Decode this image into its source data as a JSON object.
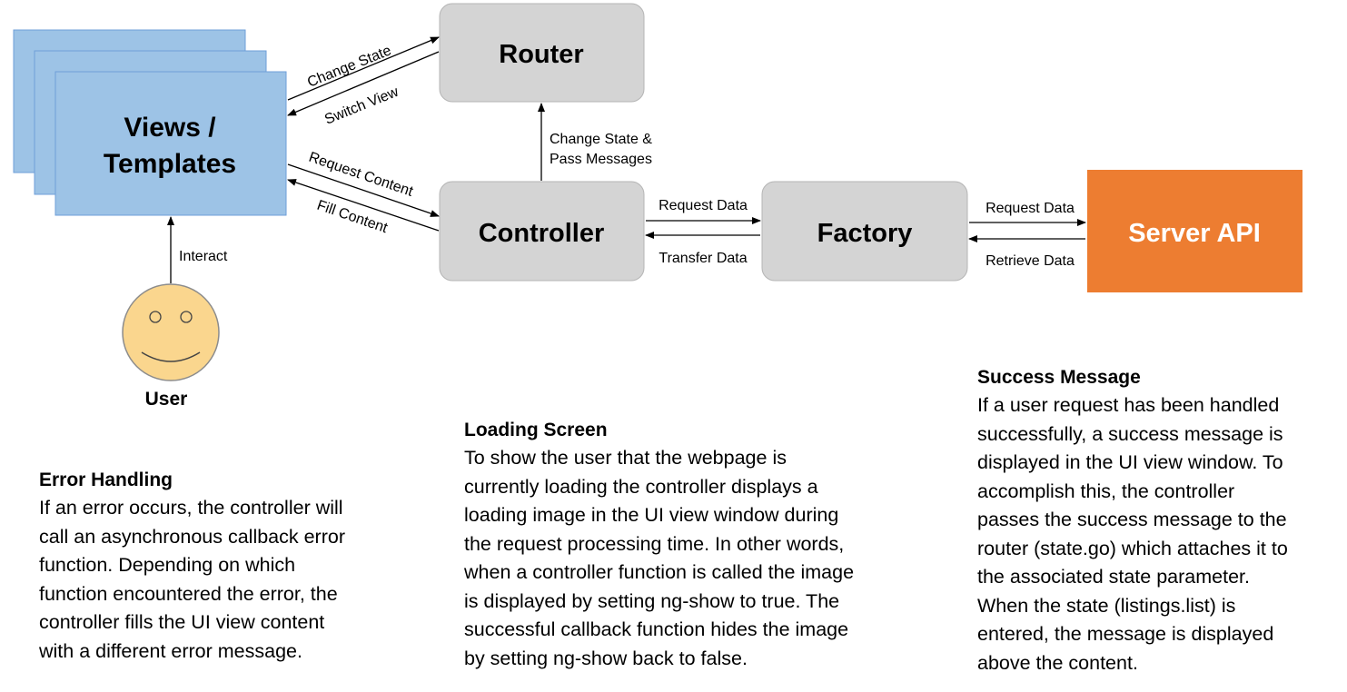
{
  "nodes": {
    "views": {
      "line1": "Views /",
      "line2": "Templates",
      "fill": "#9dc3e6",
      "stroke": "#6f9fd8"
    },
    "router": {
      "label": "Router",
      "fill": "#d4d4d4"
    },
    "controller": {
      "label": "Controller",
      "fill": "#d4d4d4"
    },
    "factory": {
      "label": "Factory",
      "fill": "#d4d4d4"
    },
    "server_api": {
      "label": "Server API",
      "fill": "#ed7d31",
      "text_color": "#ffffff"
    },
    "user": {
      "label": "User",
      "fill": "#fad68e"
    }
  },
  "edges": {
    "change_state": "Change State",
    "switch_view": "Switch View",
    "request_content": "Request Content",
    "fill_content": "Fill Content",
    "interact": "Interact",
    "change_state_pass_1": "Change State &",
    "change_state_pass_2": "Pass Messages",
    "request_data_factory": "Request Data",
    "transfer_data": "Transfer Data",
    "request_data_server": "Request Data",
    "retrieve_data": "Retrieve Data"
  },
  "descriptions": {
    "error_handling": {
      "title": "Error Handling",
      "lines": [
        "If an error occurs, the controller will",
        "call an asynchronous callback error",
        "function. Depending on which",
        "function encountered the error, the",
        "controller fills the UI view content",
        "with a different error message."
      ]
    },
    "loading_screen": {
      "title": "Loading Screen",
      "lines": [
        "To show the user that the webpage is",
        "currently loading the controller displays a",
        "loading image in the UI view window during",
        "the request processing time. In other words,",
        "when a controller function is called the image",
        "is displayed by setting ng-show to true. The",
        "successful callback function hides the image",
        "by setting ng-show back to false."
      ]
    },
    "success_message": {
      "title": "Success Message",
      "lines": [
        "If a user request has been handled",
        "successfully, a success message is",
        "displayed in the UI view window. To",
        "accomplish this, the controller",
        "passes the success message to the",
        "router (state.go) which attaches it to",
        "the associated state parameter.",
        "When the state (listings.list) is",
        "entered, the message is displayed",
        "above the content."
      ]
    }
  }
}
